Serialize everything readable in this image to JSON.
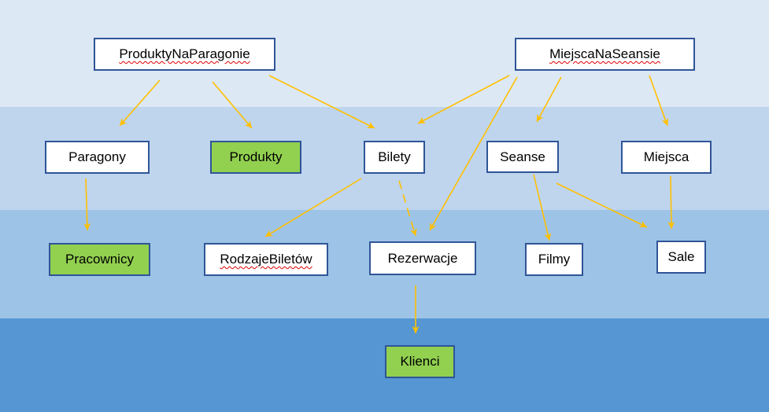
{
  "nodes": {
    "produkty_na_paragonie": "ProduktyNaParagonie",
    "miejsca_na_seansie": "MiejscaNaSeansie",
    "paragony": "Paragony",
    "produkty": "Produkty",
    "bilety": "Bilety",
    "seanse": "Seanse",
    "miejsca": "Miejsca",
    "pracownicy": "Pracownicy",
    "rodzaje_biletow": "RodzajeBiletów",
    "rezerwacje": "Rezerwacje",
    "filmy": "Filmy",
    "sale": "Sale",
    "klienci": "Klienci"
  },
  "colors": {
    "band1": "#dde8f5",
    "band2": "#bfd5ee",
    "band3": "#9dc3e6",
    "band4": "#5596d3",
    "border": "#2f5597",
    "highlight": "#92d050",
    "arrow": "#ffc000",
    "spell": "#e00000"
  }
}
